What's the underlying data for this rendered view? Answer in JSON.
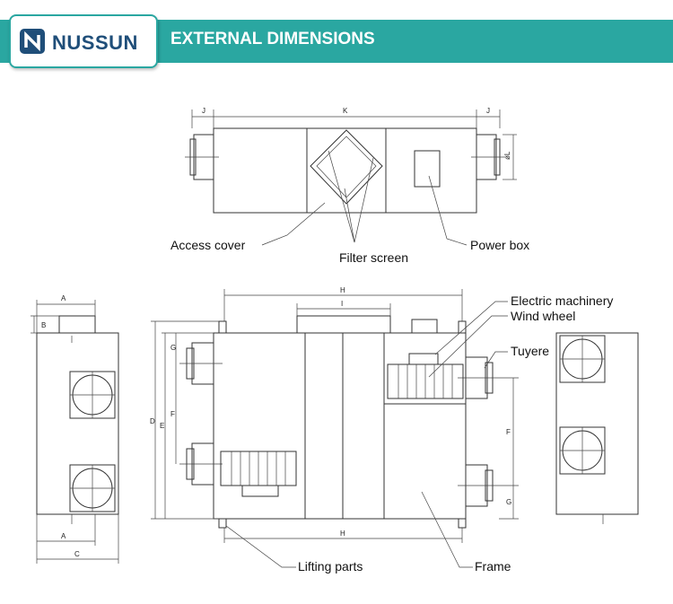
{
  "header": {
    "brand": "NUSSUN",
    "title": "EXTERNAL DIMENSIONS",
    "accent_color": "#2aa7a1",
    "brand_color": "#1f4e79",
    "logo_icon": "n-logo-icon"
  },
  "callouts": {
    "access_cover": "Access cover",
    "filter_screen": "Filter screen",
    "power_box": "Power box",
    "electric_machinery": "Electric machinery",
    "wind_wheel": "Wind wheel",
    "tuyere": "Tuyere",
    "lifting_parts": "Lifting parts",
    "frame": "Frame"
  },
  "dimension_letters": {
    "top_j_left": "J",
    "top_k": "K",
    "top_j_right": "J",
    "top_l": "øL",
    "left_a_top": "A",
    "left_b": "B",
    "left_a_bottom": "A",
    "left_c": "C",
    "front_h_top": "H",
    "front_i": "I",
    "front_d": "D",
    "front_e": "E",
    "front_g_left": "G",
    "front_f_left": "F",
    "front_h_bottom": "H",
    "right_f": "F",
    "right_g": "G"
  }
}
